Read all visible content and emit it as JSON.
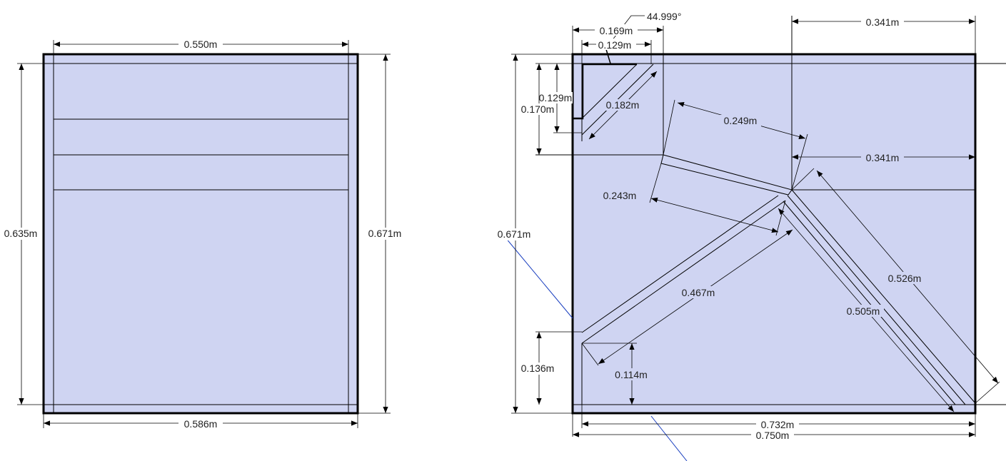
{
  "colors": {
    "panel_fill": "#cfd4f2",
    "edge": "#000000",
    "guide": "#1a3fbf",
    "label_bg": "#ffffff"
  },
  "left_panel": {
    "dims": {
      "top_width": "0.550m",
      "bottom_width": "0.586m",
      "left_height": "0.635m",
      "right_height": "0.671m"
    }
  },
  "right_panel": {
    "dims": {
      "angle": "44.999°",
      "top_a": "0.169m",
      "top_b": "0.129m",
      "top_right": "0.341m",
      "vert_a": "0.129m",
      "vert_b": "0.170m",
      "diag_small": "0.182m",
      "slant_a": "0.249m",
      "mid_right": "0.341m",
      "slant_b": "0.243m",
      "height": "0.671m",
      "diag_long": "0.467m",
      "diag_right_inner": "0.505m",
      "diag_right_outer": "0.526m",
      "bottom_left": "0.136m",
      "bottom_inner": "0.114m",
      "bottom_a": "0.732m",
      "bottom_b": "0.750m"
    }
  }
}
